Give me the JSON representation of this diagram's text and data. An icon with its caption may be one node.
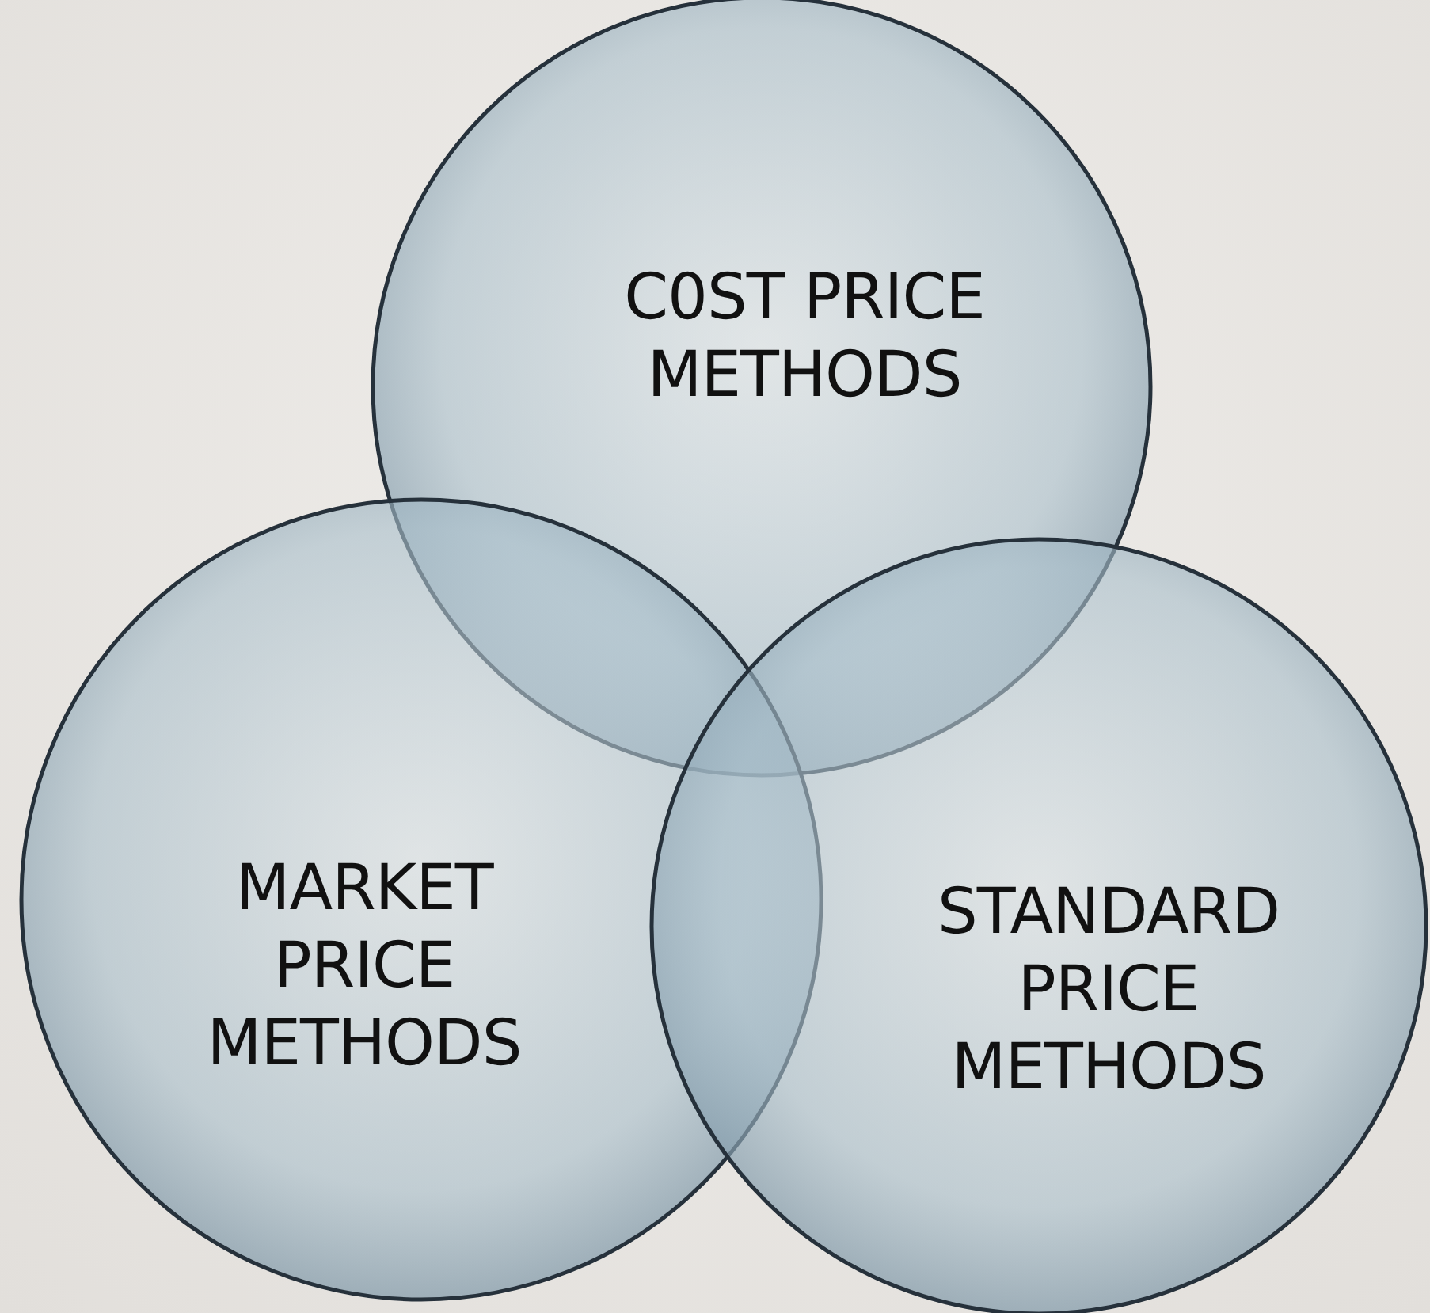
{
  "diagram": {
    "nodes": [
      {
        "text": [
          "C0ST PRICE METHODS"
        ]
      },
      {
        "text": [
          "MARKET PRICE METHODS"
        ]
      },
      {
        "text": [
          "STANDARD PRICE METHODS"
        ]
      }
    ]
  }
}
